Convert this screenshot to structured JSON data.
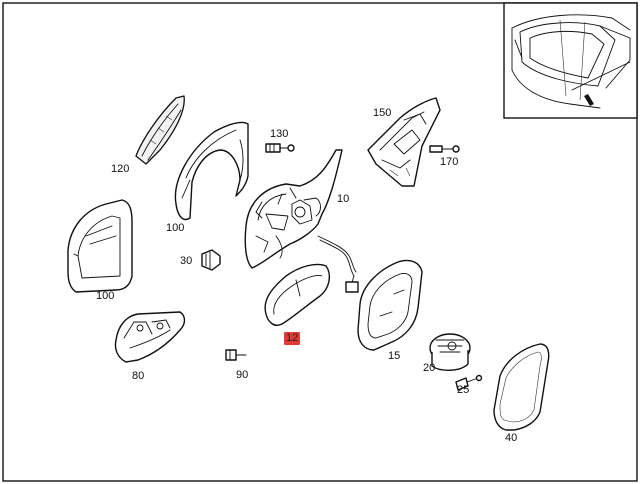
{
  "callouts": {
    "c120": "120",
    "c100_upper": "100",
    "c130": "130",
    "c10": "10",
    "c150": "150",
    "c170": "170",
    "c30": "30",
    "c100_lower": "100",
    "c12": "12",
    "c15": "15",
    "c80": "80",
    "c90": "90",
    "c20": "20",
    "c25": "25",
    "c40": "40"
  },
  "colors": {
    "line": "#111111",
    "highlight": "#e53935"
  }
}
